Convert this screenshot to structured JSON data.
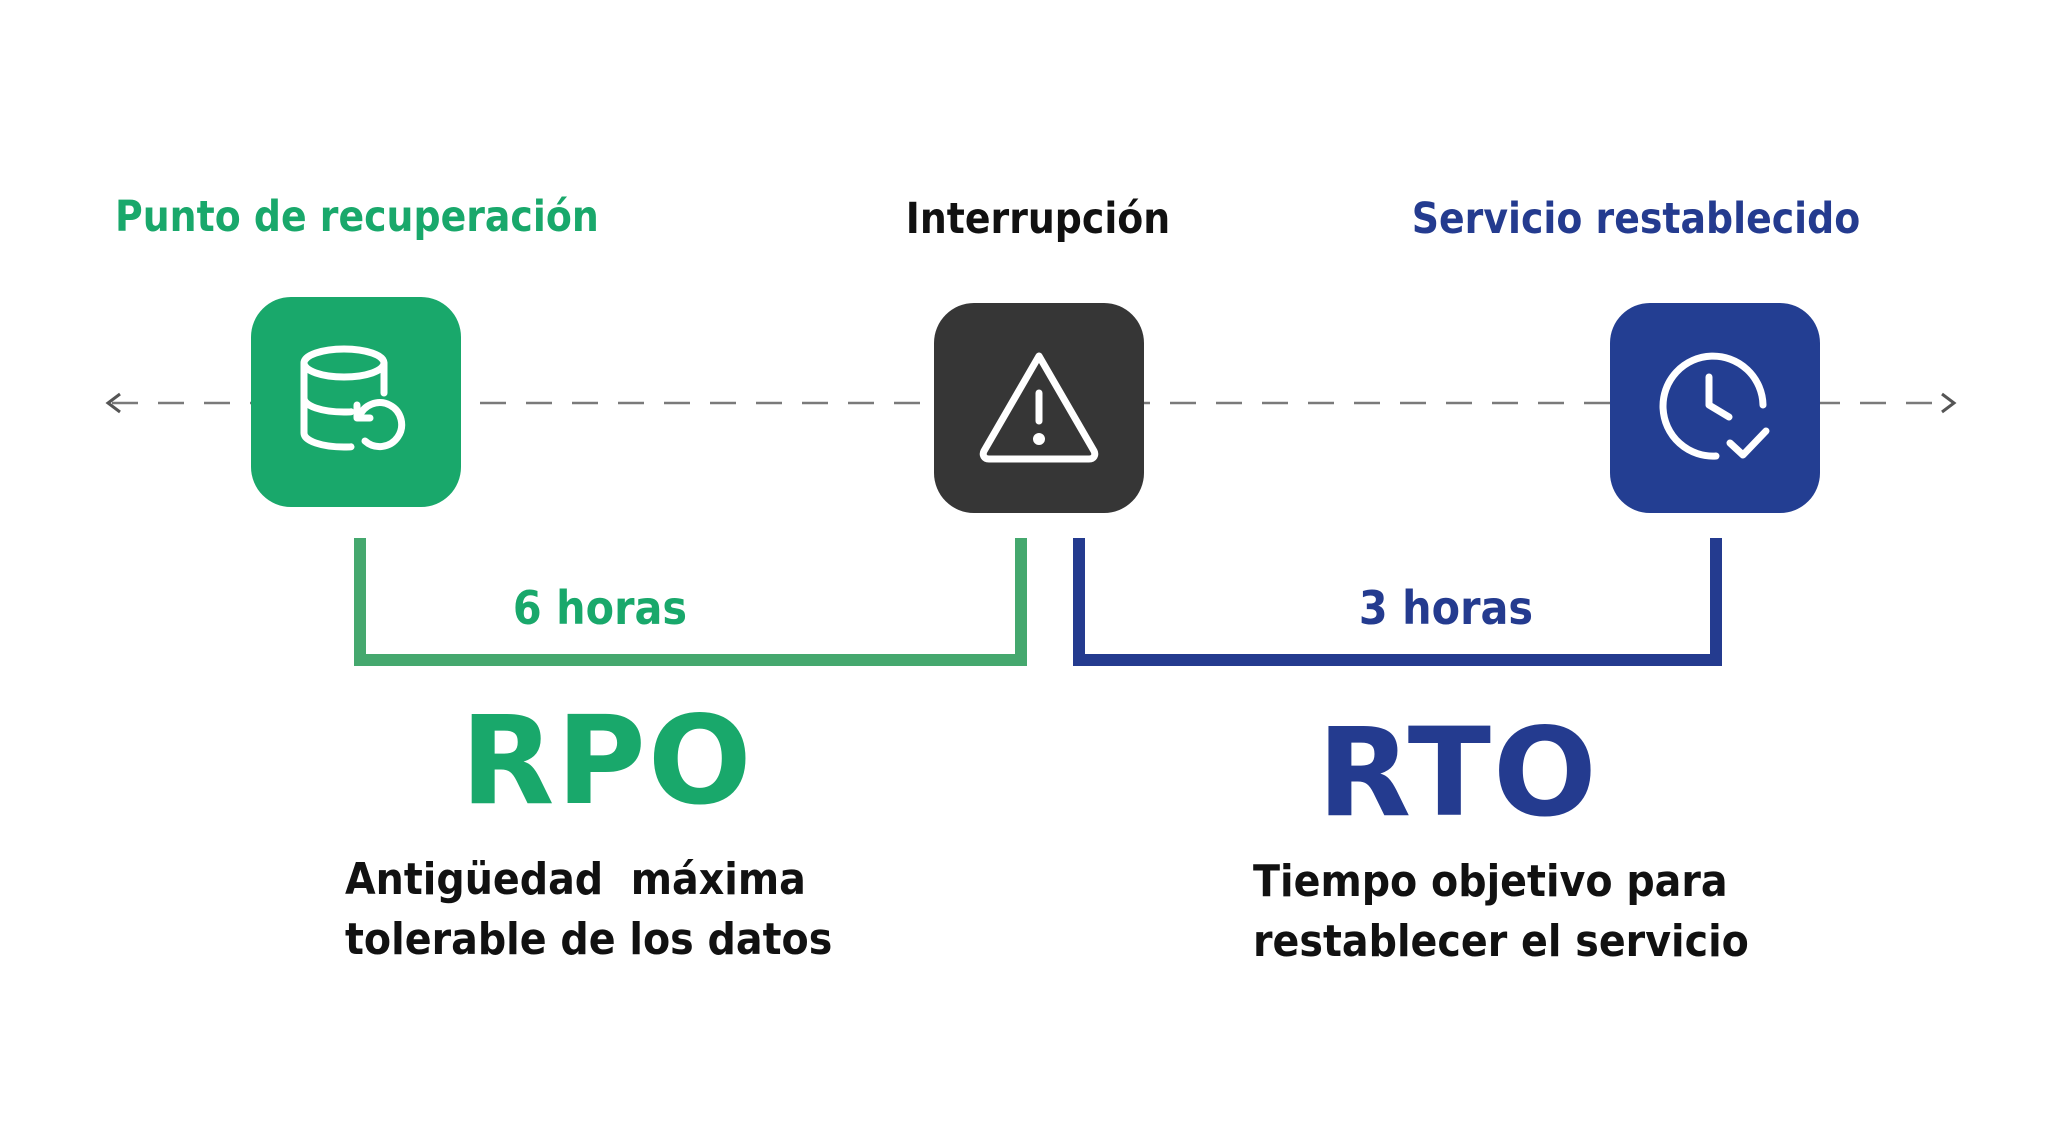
{
  "stages": {
    "recovery_point": {
      "title": "Punto de recuperación",
      "icon": "database-restore-icon",
      "color": "#19a86b"
    },
    "interruption": {
      "title": "Interrupción",
      "icon": "warning-triangle-icon",
      "color": "#363636"
    },
    "service_restored": {
      "title": "Servicio restablecido",
      "icon": "clock-check-icon",
      "color": "#233e92"
    }
  },
  "rpo": {
    "duration": "6 horas",
    "acronym": "RPO",
    "description_line1": "Antigüedad  máxima",
    "description_line2": "tolerable de los datos",
    "color": "#19a86b"
  },
  "rto": {
    "duration": "3 horas",
    "acronym": "RTO",
    "description_line1": "Tiempo objetivo para",
    "description_line2": "restablecer el servicio",
    "color": "#243b8f"
  }
}
